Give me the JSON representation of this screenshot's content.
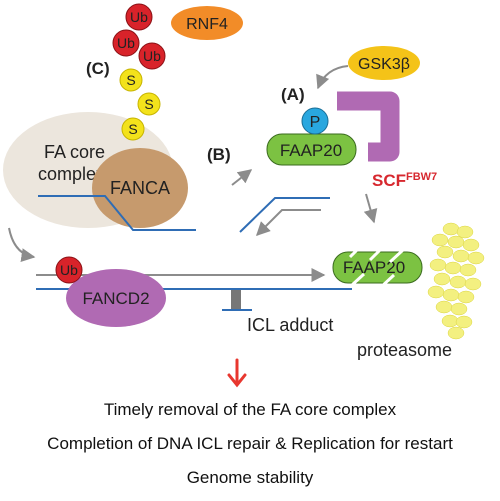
{
  "labels": {
    "ub": "Ub",
    "rnf4": "RNF4",
    "gsk3b": "GSK3β",
    "sumo": "S",
    "phos": "P",
    "faap20": "FAAP20",
    "faap20_degraded": "FAAP20",
    "scf_main": "SCF",
    "scf_sup": "FBW7",
    "fa_core_line1": "FA core",
    "fa_core_line2": "complex",
    "fanca": "FANCA",
    "fancd2": "FANCD2",
    "icl_adduct": "ICL adduct",
    "proteasome": "proteasome",
    "step_a": "(A)",
    "step_b": "(B)",
    "step_c": "(C)"
  },
  "captions": [
    "Timely removal of the FA core complex",
    "Completion of DNA ICL repair & Replication for restart",
    "Genome stability"
  ],
  "colors": {
    "ub_fill": "#d8232a",
    "sumo_fill": "#f3e21b",
    "rnf4_fill": "#f28c28",
    "gsk3b_fill": "#f4c318",
    "phospho_fill": "#29a7df",
    "faap20_fill": "#7cc242",
    "scf_fill": "#b06ab3",
    "scf_text": "#d7282f",
    "fa_core_fill": "#ece6dd",
    "fanca_fill": "#c69a6d",
    "fancd2_fill": "#b06ab3",
    "dna_strand": "#2f6db5",
    "arrow_gray": "#8c8c8c",
    "down_arrow": "#e8372f",
    "proteasome_fill": "#f3f07a"
  }
}
